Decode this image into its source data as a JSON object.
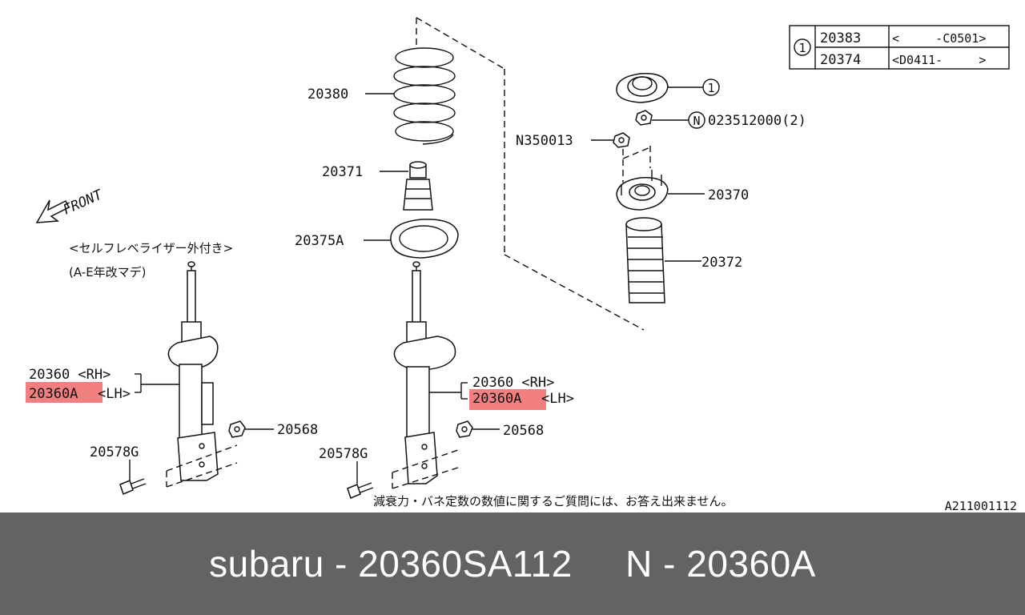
{
  "table": {
    "ref": "1",
    "rows": [
      {
        "part": "20383",
        "range": "<     -C0501>"
      },
      {
        "part": "20374",
        "range": "<D0411-     >"
      }
    ]
  },
  "labels": {
    "front": "FRONT",
    "note_line1": "<セルフレベライザー外付き>",
    "note_line2": "(A-E年改マデ)",
    "spring": "20380",
    "bump_stop": "20371",
    "seat": "20375A",
    "mount_ref": "1",
    "nut_n": "N",
    "nut_part": "023512000(2)",
    "nut_left": "N350013",
    "mount": "20370",
    "boot": "20372",
    "left_rh": "20360 <RH>",
    "left_lh_part": "20360A",
    "left_lh_side": "<LH>",
    "left_nut": "20568",
    "left_bolt": "20578G",
    "mid_rh": "20360 <RH>",
    "mid_lh_part": "20360A",
    "mid_lh_side": "<LH>",
    "mid_nut": "20568",
    "mid_bolt": "20578G",
    "disclaimer": "減衰力・バネ定数の数値に関するご質問には、お答え出来ません。",
    "diagram_code": "A211001112"
  },
  "footer": {
    "text": "subaru - 20360SA112     N - 20360A"
  },
  "colors": {
    "highlight": "#f28080",
    "footer_bg": "#636363"
  }
}
